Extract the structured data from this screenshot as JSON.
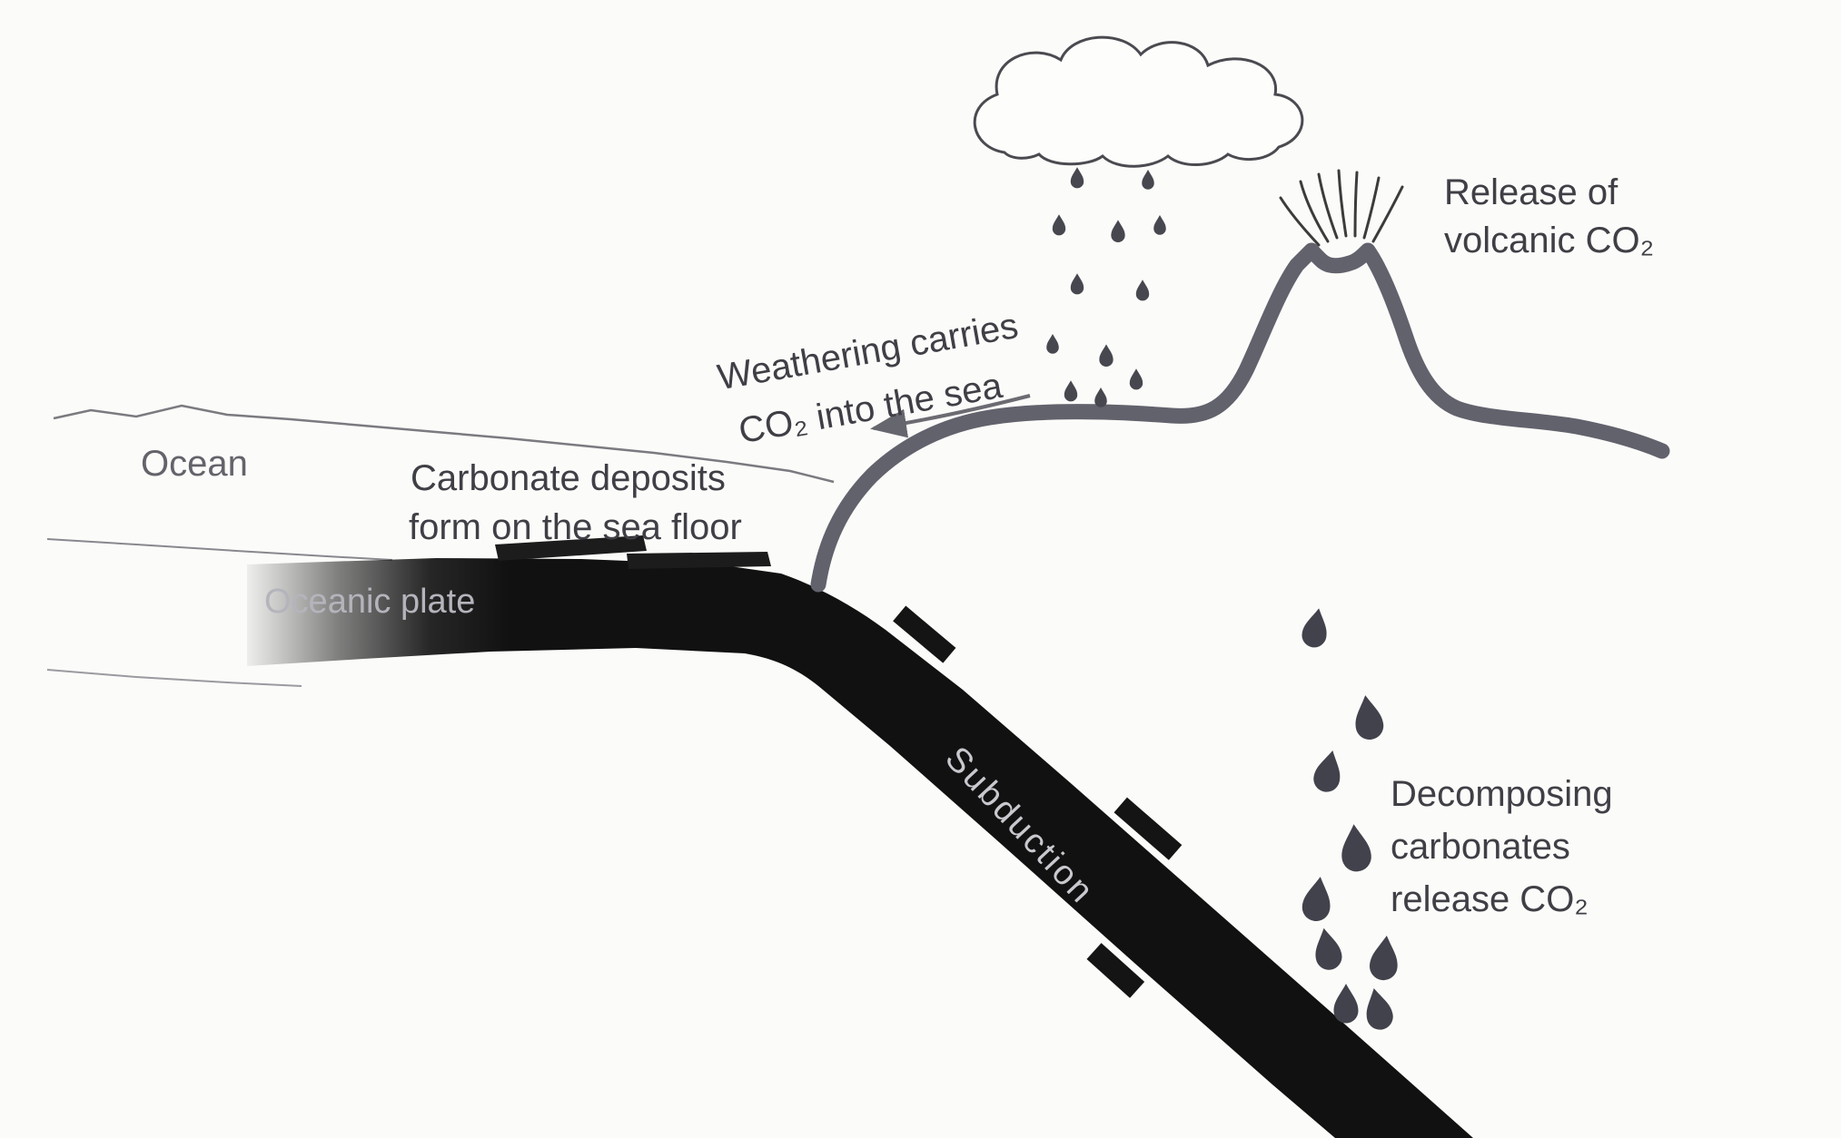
{
  "labels": {
    "release_volcanic": {
      "line1": "Release of",
      "line2": "volcanic CO₂"
    },
    "weathering": {
      "line1": "Weathering carries",
      "line2": "CO₂ into the sea"
    },
    "ocean": "Ocean",
    "carbonate": {
      "line1": "Carbonate deposits",
      "line2": "form on the sea floor"
    },
    "oceanic_plate": "Oceanic plate",
    "subduction": "Subduction",
    "decomposing": {
      "line1": "Decomposing",
      "line2": "carbonates",
      "line3": "release CO₂"
    }
  },
  "colors": {
    "background": "#fbfbf9",
    "plate_black": "#141414",
    "crust_gray": "#62626d",
    "text_dark": "#3f3f46",
    "text_on_plate": "#b4b4bc",
    "droplet_gray": "#42424c"
  }
}
